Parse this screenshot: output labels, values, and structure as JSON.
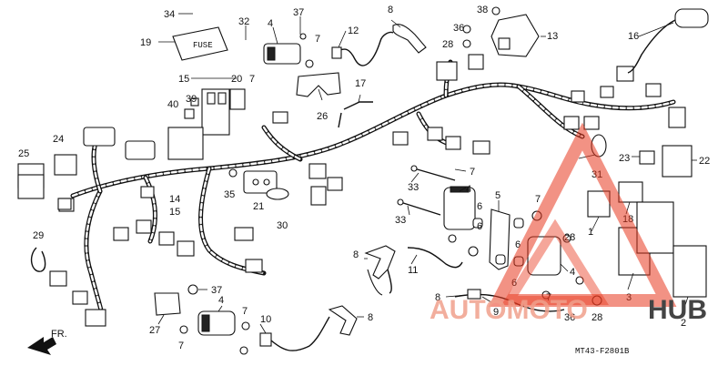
{
  "diagram": {
    "part_numbers": {
      "p1": "1",
      "p2": "2",
      "p3": "3",
      "p4a": "4",
      "p4b": "4",
      "p4c": "4",
      "p4d": "4",
      "p5": "5",
      "p6a": "6",
      "p6b": "6",
      "p6c": "6",
      "p6d": "6",
      "p7a": "7",
      "p7b": "7",
      "p7c": "7",
      "p7d": "7",
      "p7e": "7",
      "p7f": "7",
      "p7g": "7",
      "p8a": "8",
      "p8b": "8",
      "p8c": "8",
      "p8d": "8",
      "p9": "9",
      "p10": "10",
      "p11": "11",
      "p12": "12",
      "p13": "13",
      "p14": "14",
      "p15a": "15",
      "p15b": "15",
      "p16": "16",
      "p17": "17",
      "p18": "18",
      "p19": "19",
      "p20": "20",
      "p21": "21",
      "p22": "22",
      "p23": "23",
      "p24": "24",
      "p25": "25",
      "p26": "26",
      "p27": "27",
      "p28a": "28",
      "p28b": "28",
      "p28c": "28",
      "p29": "29",
      "p30": "30",
      "p31": "31",
      "p32": "32",
      "p33a": "33",
      "p33b": "33",
      "p34": "34",
      "p35": "35",
      "p36a": "36",
      "p36b": "36",
      "p37a": "37",
      "p37b": "37",
      "p38": "38",
      "p39": "39",
      "p40": "40"
    },
    "fr_label": "FR.",
    "code": "MT43-F2801B",
    "box_marking": "FUSE"
  },
  "watermark": {
    "text_main": "AUTOMOTO",
    "text_hub": "HUB",
    "color": "#e8391f"
  }
}
